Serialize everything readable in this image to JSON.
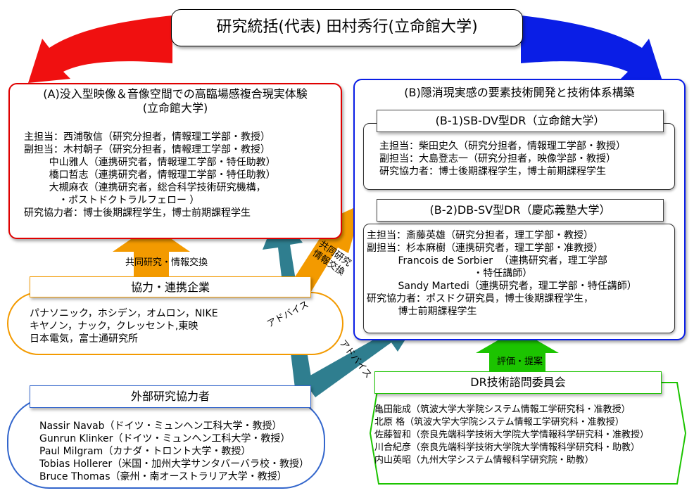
{
  "title": "研究統括(代表) 田村秀行(立命館大学)",
  "panel_a": {
    "title": "(A)没入型映像＆音像空間での高臨場感複合現実体験",
    "subtitle": "(立命館大学)",
    "lines": [
      "主担当：西浦敬信（研究分担者，情報理工学部・教授）",
      "副担当：木村朝子（研究分担者，情報理工学部・教授）",
      "        中山雅人（連携研究者，情報理工学部・特任助教）",
      "        橋口哲志（連携研究者，情報理工学部・特任助教）",
      "        大槻麻衣（連携研究者，総合科学技術研究機構，",
      "           ・ポストドクトラルフェロー ）",
      "研究協力者：博士後期課程学生，博士前期課程学生"
    ]
  },
  "panel_b": {
    "title": "(B)隠消現実感の要素技術開発と技術体系構築",
    "b1": {
      "title": "(B-1)SB-DV型DR（立命館大学）",
      "lines": [
        "主担当：柴田史久（研究分担者，情報理工学部・教授）",
        "副担当：大島登志一（研究分担者，映像学部・教授）",
        "研究協力者：博士後期課程学生，博士前期課程学生"
      ]
    },
    "b2": {
      "title": "(B-2)DB-SV型DR（慶応義塾大学）",
      "lines": [
        "主担当：斎藤英雄（研究分担者，理工学部・教授）",
        "副担当：杉本麻樹（連携研究者，理工学部・准教授）",
        "          Francois de Sorbier  （連携研究者，理工学部",
        "                                  ・特任講師）",
        "          Sandy Martedi（連携研究者，理工学部・特任講師）",
        "研究協力者：ポスドク研究員，博士後期課程学生，",
        "          博士前期課程学生"
      ]
    }
  },
  "partners": {
    "title": "協力・連携企業",
    "lines": [
      "パナソニック，ホシデン，オムロン，NIKE",
      "キヤノン，ナック，クレッセント,東映",
      "日本電気，富士通研究所"
    ]
  },
  "external": {
    "title": "外部研究協力者",
    "lines": [
      "Nassir Navab（ドイツ・ミュンヘン工科大学・教授）",
      "Gunrun Klinker（ドイツ・ミュンヘン工科大学・教授）",
      "Paul Milgram（カナダ・トロント大学・教授）",
      "Tobias Hollerer（米国・加州大学サンタバーバラ校・教授）",
      "Bruce Thomas（豪州・南オーストラリア大学・教授）"
    ]
  },
  "committee": {
    "title": "DR技術諮問委員会",
    "lines": [
      "亀田能成（筑波大学大学院システム情報工学研究科・准教授）",
      "北原 格（筑波大学大学院システム情報工学研究科・准教授）",
      "佐藤智和（奈良先端科学技術大学院大学情報科学研究科・准教授）",
      "川合紀彦（奈良先端科学技術大学院大学情報科学研究科・助教）",
      "内山英昭（九州大学システム情報科学研究院・助教）"
    ]
  },
  "arrow_labels": {
    "joint_exchange_a": "共同研究・情報交換",
    "joint_exchange_b": "共同研究\n情報交換",
    "advice_1": "アドバイス",
    "advice_2": "アドバイス",
    "evaluation": "評価・提案"
  },
  "colors": {
    "red": "#e00000",
    "blue": "#0a1ee6",
    "orange": "#f39a00",
    "green": "#1cc400",
    "teal": "#2f7e8f"
  }
}
